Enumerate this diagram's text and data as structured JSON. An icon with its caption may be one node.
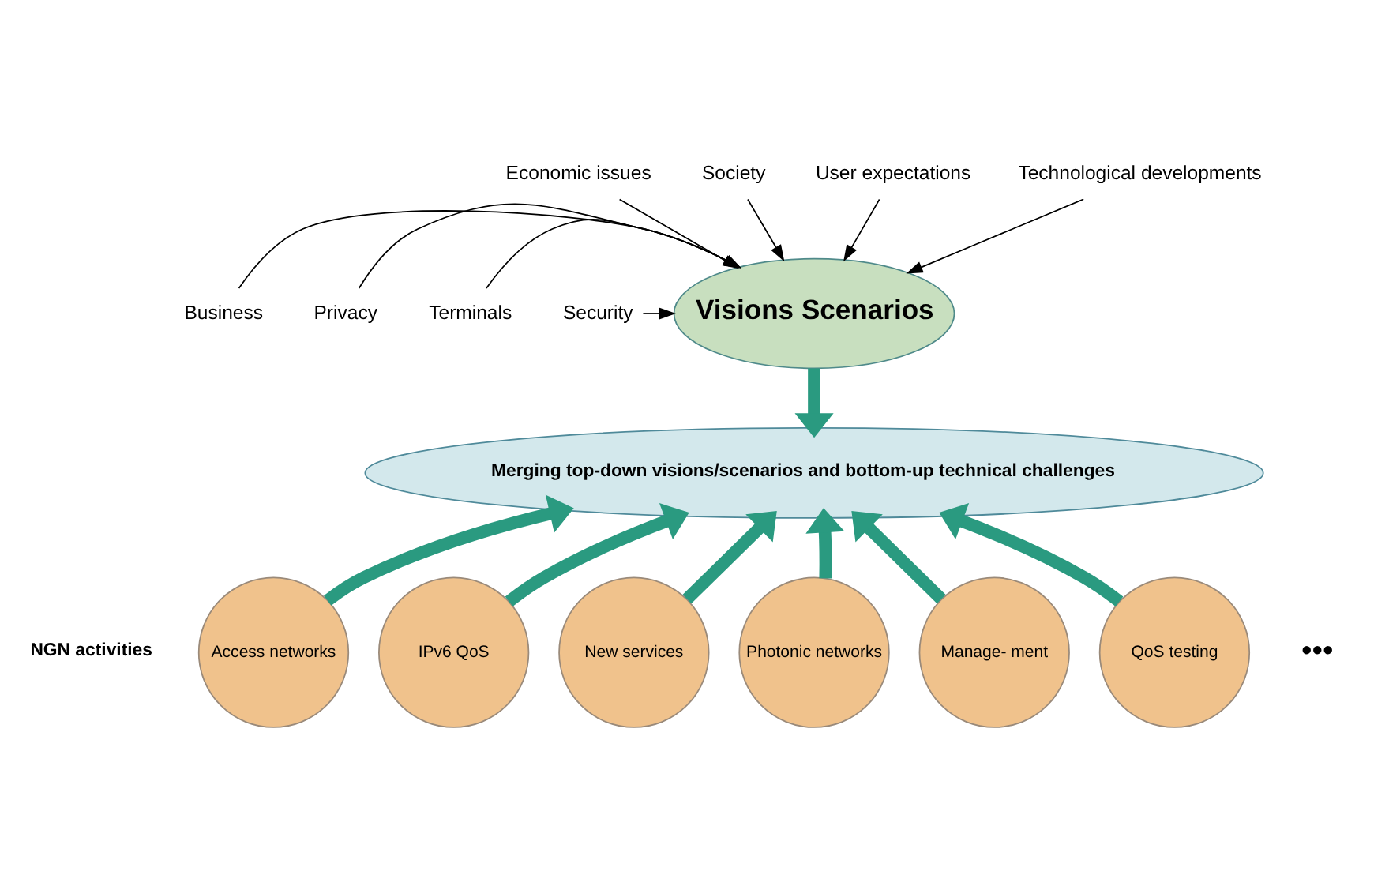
{
  "diagram": {
    "nodes": [
      {
        "text": [
          "Visions Scenarios"
        ]
      },
      {
        "text": [
          "Merging top-down visions/scenarios and bottom-up technical challenges"
        ]
      },
      {
        "text": [
          "Economic issues"
        ]
      },
      {
        "text": [
          "Society"
        ]
      },
      {
        "text": [
          "User expectations"
        ]
      },
      {
        "text": [
          "Technological developments"
        ]
      },
      {
        "text": [
          "Business"
        ]
      },
      {
        "text": [
          "Privacy"
        ]
      },
      {
        "text": [
          "Terminals"
        ]
      },
      {
        "text": [
          "Security"
        ]
      },
      {
        "text": [
          "Access networks"
        ]
      },
      {
        "text": [
          "IPv6 QoS"
        ]
      },
      {
        "text": [
          "New services"
        ]
      },
      {
        "text": [
          "Photonic networks"
        ]
      },
      {
        "text": [
          "Manage- ment"
        ]
      },
      {
        "text": [
          "QoS testing"
        ]
      }
    ],
    "edges": [
      {
        "from": 2,
        "to": 0,
        "arrow": "to"
      },
      {
        "from": 3,
        "to": 0,
        "arrow": "to"
      },
      {
        "from": 4,
        "to": 0,
        "arrow": "to"
      },
      {
        "from": 5,
        "to": 0,
        "arrow": "to"
      },
      {
        "from": 6,
        "to": 0,
        "arrow": "to"
      },
      {
        "from": 7,
        "to": 0,
        "arrow": "to"
      },
      {
        "from": 8,
        "to": 0,
        "arrow": "to"
      },
      {
        "from": 9,
        "to": 0,
        "arrow": "to"
      },
      {
        "from": 0,
        "to": 1,
        "arrow": "to",
        "style": "thick",
        "color": "#2a9a80"
      },
      {
        "from": 10,
        "to": 1,
        "arrow": "to",
        "style": "thick",
        "color": "#2a9a80"
      },
      {
        "from": 11,
        "to": 1,
        "arrow": "to",
        "style": "thick",
        "color": "#2a9a80"
      },
      {
        "from": 12,
        "to": 1,
        "arrow": "to",
        "style": "thick",
        "color": "#2a9a80"
      },
      {
        "from": 13,
        "to": 1,
        "arrow": "to",
        "style": "thick",
        "color": "#2a9a80"
      },
      {
        "from": 14,
        "to": 1,
        "arrow": "to",
        "style": "thick",
        "color": "#2a9a80"
      },
      {
        "from": 15,
        "to": 1,
        "arrow": "to",
        "style": "thick",
        "color": "#2a9a80"
      }
    ],
    "labels": [
      "NGN activities",
      "•••"
    ]
  }
}
